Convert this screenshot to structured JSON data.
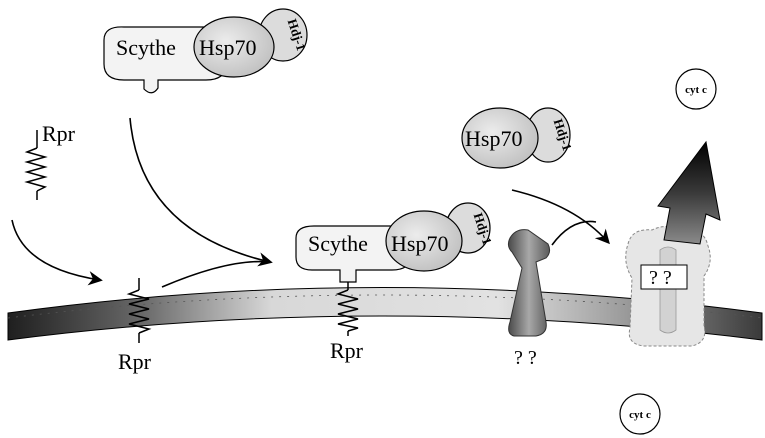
{
  "labels": {
    "top_complex": {
      "scythe": "Scythe",
      "hsp70": "Hsp70",
      "hdj": "Hdj-1"
    },
    "rpr_free": "Rpr",
    "rpr_membrane_left": "Rpr",
    "rpr_membrane_mid": "Rpr",
    "bound_complex": {
      "scythe": "Scythe",
      "hsp70": "Hsp70",
      "hdj": "Hdj-1"
    },
    "free_chaperone": {
      "hsp70": "Hsp70",
      "hdj": "Hdj-1"
    },
    "unknown_channel": "? ?",
    "unknown_pore": "? ?",
    "cytc_top": "cyt c",
    "cytc_bottom": "cyt c"
  },
  "colors": {
    "ink": "#000000",
    "scythe_fill": "#f3f3f3",
    "hsp70_fill": "#cfcfcf",
    "hdj_fill": "#dcdcdc",
    "membrane_dark": "#2a2a2a",
    "membrane_light": "#dedede",
    "pore_fill": "#e6e6e6",
    "channel_fill": "#8a8a8a"
  },
  "icons": {
    "release_arrow": "thick-up-arrow-icon"
  }
}
